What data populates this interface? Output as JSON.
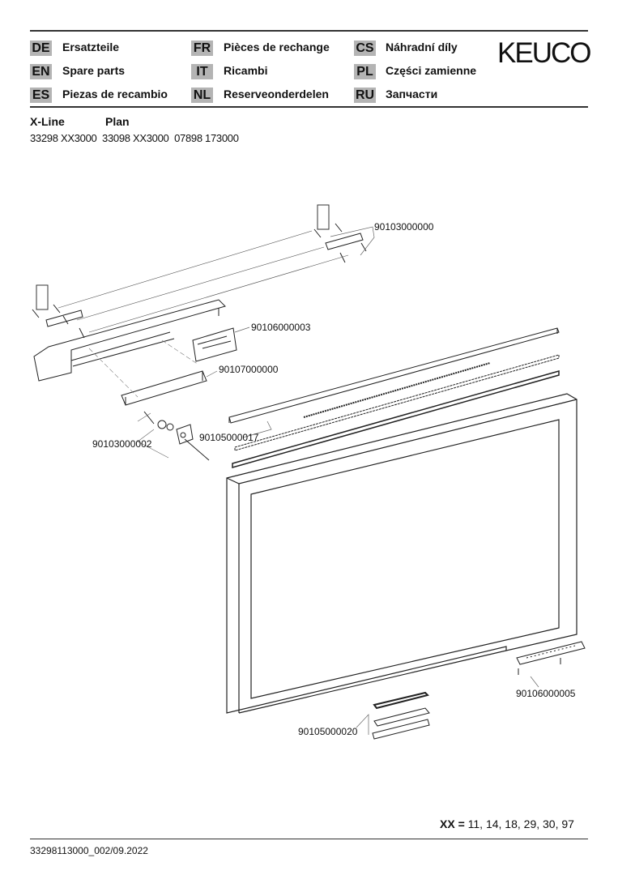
{
  "brand": "KEUCO",
  "languages": [
    {
      "code": "DE",
      "label": "Ersatzteile"
    },
    {
      "code": "EN",
      "label": "Spare parts"
    },
    {
      "code": "ES",
      "label": "Piezas de recambio"
    },
    {
      "code": "FR",
      "label": "Pièces de rechange"
    },
    {
      "code": "IT",
      "label": "Ricambi"
    },
    {
      "code": "NL",
      "label": "Reserveonderdelen"
    },
    {
      "code": "CS",
      "label": "Náhradní díly"
    },
    {
      "code": "PL",
      "label": "Części zamienne"
    },
    {
      "code": "RU",
      "label": "Запчасти"
    }
  ],
  "series": {
    "xline": "X-Line",
    "plan": "Plan",
    "articles": "33298 XX3000  33098 XX3000  07898 173000"
  },
  "parts": {
    "p1": "90103000000",
    "p2": "90106000003",
    "p3": "90107000000",
    "p4": "90105000017",
    "p5": "90103000002",
    "p6": "90106000005",
    "p7": "90105000020"
  },
  "variants": {
    "key": "XX =",
    "values": "11, 14, 18, 29, 30, 97"
  },
  "footer": {
    "doc_id": "33298113000_002/09.2022"
  }
}
